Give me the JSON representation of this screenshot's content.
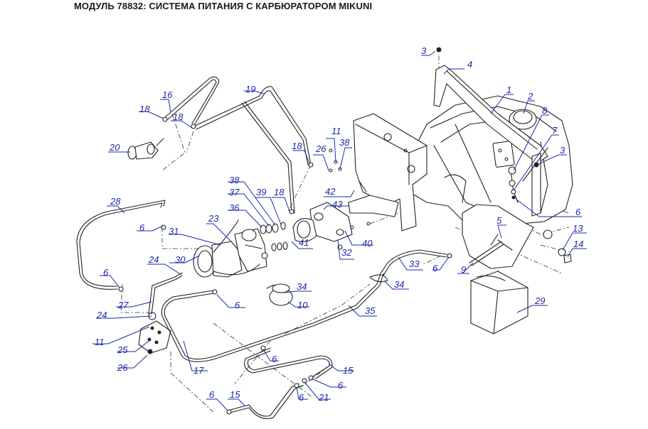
{
  "title": "МОДУЛЬ 78832: СИСТЕМА ПИТАНИЯ С КАРБЮРАТОРОМ MIKUNI",
  "accent_color": "#1a2aa8",
  "callouts": {
    "c1": "1",
    "c2": "2",
    "c3a": "3",
    "c3b": "3",
    "c4": "4",
    "c5": "5",
    "c6a": "6",
    "c6b": "6",
    "c6c": "6",
    "c6d": "6",
    "c6e": "6",
    "c6f": "6",
    "c6g": "6",
    "c6h": "6",
    "c6i": "6",
    "c7": "7",
    "c8": "8",
    "c9": "9",
    "c10": "10",
    "c11a": "11",
    "c11b": "11",
    "c13": "13",
    "c14": "14",
    "c15a": "15",
    "c15b": "15",
    "c16": "16",
    "c17": "17",
    "c18a": "18",
    "c18b": "18",
    "c18c": "18",
    "c18d": "18",
    "c19": "19",
    "c20": "20",
    "c21": "21",
    "c23": "23",
    "c24a": "24",
    "c24b": "24",
    "c25": "25",
    "c26a": "26",
    "c26b": "26",
    "c27": "27",
    "c28": "28",
    "c29": "29",
    "c30": "30",
    "c31": "31",
    "c32": "32",
    "c33": "33",
    "c34a": "34",
    "c34b": "34",
    "c35": "35",
    "c36": "36",
    "c37": "37",
    "c38a": "38",
    "c38b": "38",
    "c39": "39",
    "c40": "40",
    "c41": "41",
    "c42": "42",
    "c43": "43"
  }
}
